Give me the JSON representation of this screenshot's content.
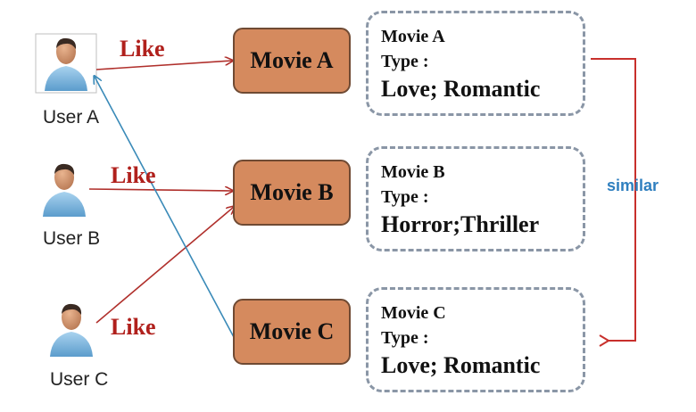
{
  "users": [
    {
      "label": "User A",
      "like": "Like"
    },
    {
      "label": "User B",
      "like": "Like"
    },
    {
      "label": "User C",
      "like": "Like"
    }
  ],
  "movies": [
    {
      "node_label": "Movie A",
      "title": "Movie A",
      "type": "Type :",
      "genre": "Love; Romantic"
    },
    {
      "node_label": "Movie B",
      "title": "Movie B",
      "type": "Type :",
      "genre": "Horror;Thriller"
    },
    {
      "node_label": "Movie C",
      "title": "Movie C",
      "type": "Type :",
      "genre": "Love; Romantic"
    }
  ],
  "similar_label": "similar",
  "colors": {
    "like_text": "#b0201c",
    "like_arrow": "#b0302c",
    "recommend_arrow": "#3a8ab8",
    "similar_text": "#2f7fbf",
    "similar_bracket": "#c8302c",
    "node_fill": "#d58a5e",
    "card_border": "#8a96a6"
  }
}
